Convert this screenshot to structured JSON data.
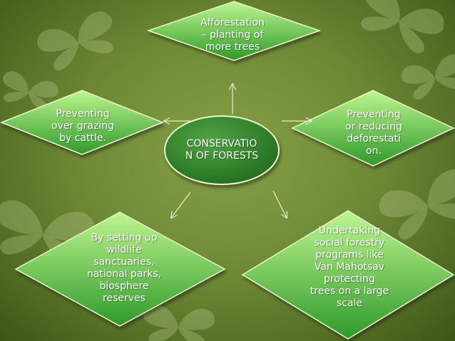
{
  "diagram": {
    "center": {
      "text": "CONSERVATIO\nN OF FORESTS"
    },
    "nodes": [
      {
        "text": "Afforestation\n– planting of\nmore trees"
      },
      {
        "text": "Preventing\nover grazing\nby cattle."
      },
      {
        "text": "Preventing\nor reducing\ndeforestati\non."
      },
      {
        "text": "By setting up\nwildlife\nsanctuaries,\nnational parks,\nbiosphere\nreserves"
      },
      {
        "text": "Undertaking\nsocial forestry\nprograms like\nVan Mahotsav\n     protecting\ntrees on a large\nscale"
      }
    ]
  },
  "theme": {
    "node_fill_light": "#bff58f",
    "node_fill_dark": "#2f9a2a",
    "node_stroke": "#e8f7c8",
    "center_fill_light": "#4fa544",
    "center_fill_dark": "#226d1e",
    "arrow_color": "#e7f0c8"
  }
}
